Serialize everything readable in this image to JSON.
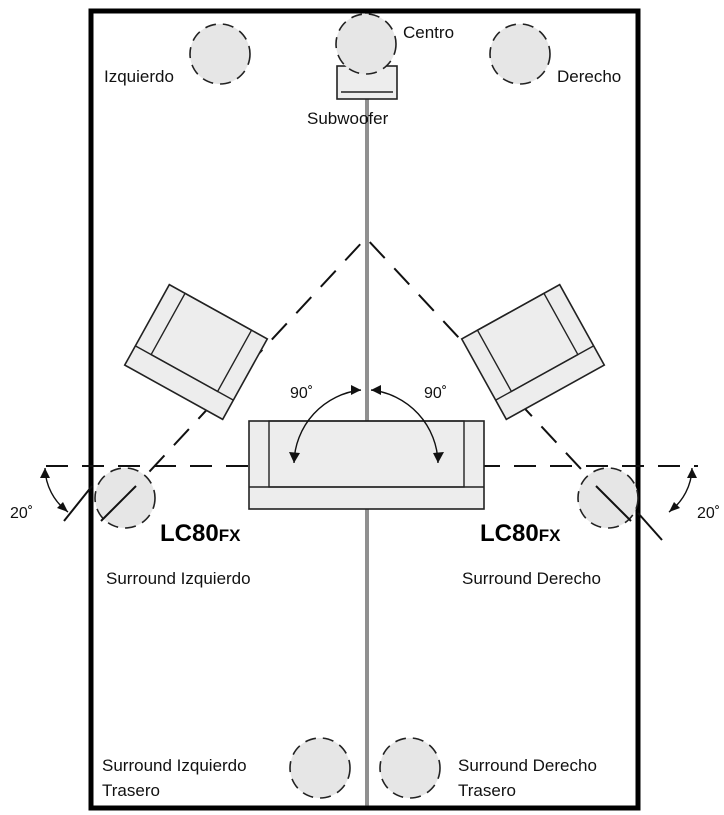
{
  "labels": {
    "center": "Centro",
    "left": "Izquierdo",
    "right": "Derecho",
    "subwoofer": "Subwoofer",
    "surround_left": "Surround Izquierdo",
    "surround_right": "Surround Derecho",
    "rear_left_line1": "Surround Izquierdo",
    "rear_left_line2": "Trasero",
    "rear_right_line1": "Surround Derecho",
    "rear_right_line2": "Trasero"
  },
  "models": {
    "left_main": "LC80",
    "left_suffix": "FX",
    "right_main": "LC80",
    "right_suffix": "FX"
  },
  "angles": {
    "left_listen": "90˚",
    "right_listen": "90˚",
    "left_tilt": "20˚",
    "right_tilt": "20˚"
  }
}
